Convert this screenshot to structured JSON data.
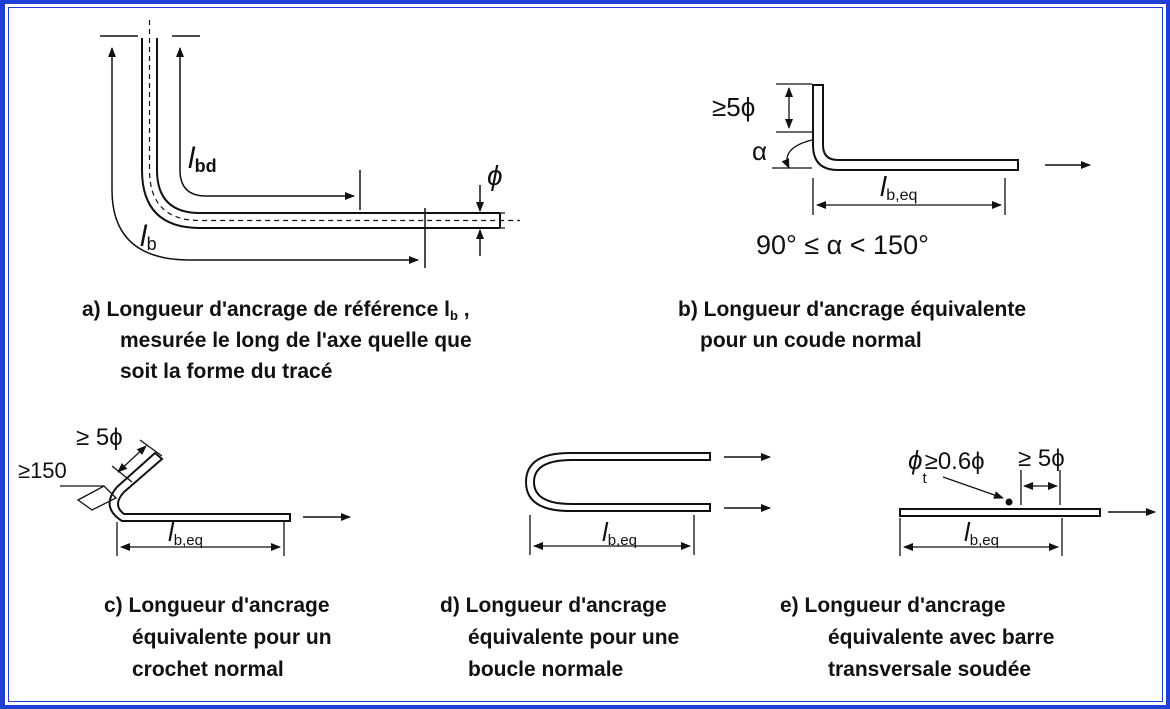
{
  "diagram_a": {
    "labels": {
      "lbd_main": "l",
      "lbd_sub": "bd",
      "lb_main": "l",
      "lb_sub": "b",
      "phi": "ϕ"
    },
    "caption": [
      "a)  Longueur d'ancrage de référence l",
      "b",
      " ,",
      "mesurée le long de l'axe quelle que",
      "soit la forme du tracé"
    ]
  },
  "diagram_b": {
    "labels": {
      "min_len": "≥5ϕ",
      "alpha": "α",
      "leq_main": "l",
      "leq_sub": "b,eq",
      "angle_range": "90° ≤ α < 150°"
    },
    "caption": [
      "b) Longueur d'ancrage équivalente",
      "pour un coude normal"
    ]
  },
  "diagram_c": {
    "labels": {
      "min_len": "≥ 5ϕ",
      "min_angle": "≥150",
      "leq_main": "l",
      "leq_sub": "b,eq"
    },
    "caption": [
      "c) Longueur d'ancrage",
      "équivalente pour un",
      "crochet normal"
    ]
  },
  "diagram_d": {
    "labels": {
      "leq_main": "l",
      "leq_sub": "b,eq"
    },
    "caption": [
      "d) Longueur d'ancrage",
      "équivalente pour une",
      "boucle normale"
    ]
  },
  "diagram_e": {
    "labels": {
      "phi_t": "ϕ",
      "phi_t_sub": "t",
      "phi_t_min": "≥0.6ϕ",
      "min_len": "≥ 5ϕ",
      "leq_main": "l",
      "leq_sub": "b,eq"
    },
    "caption": [
      "e)  Longueur d'ancrage",
      "équivalente avec barre",
      "transversale soudée"
    ]
  },
  "colors": {
    "frame": "#1f3fd6",
    "ink": "#111111"
  }
}
